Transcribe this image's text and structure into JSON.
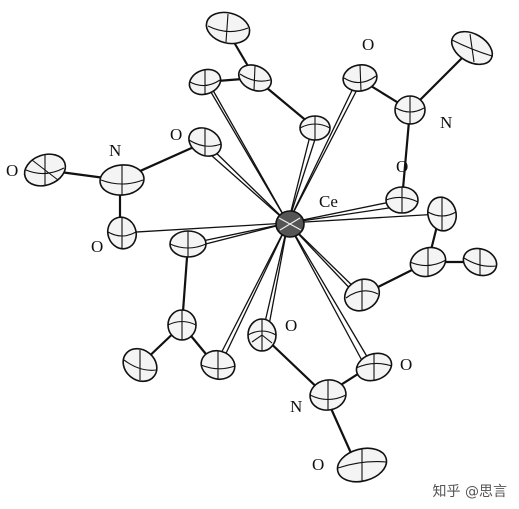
{
  "labels": {
    "center": "Ce",
    "n1": "N",
    "n2": "N",
    "n3": "N",
    "o_upper_left_far": "O",
    "o_upper_left_near": "O",
    "o_left_lower": "O",
    "o_top_right": "O",
    "o_right_mid": "O",
    "o_lower_mid": "O",
    "o_lower_right": "O",
    "o_bottom": "O"
  },
  "watermark": {
    "text": "知乎 @思言"
  }
}
